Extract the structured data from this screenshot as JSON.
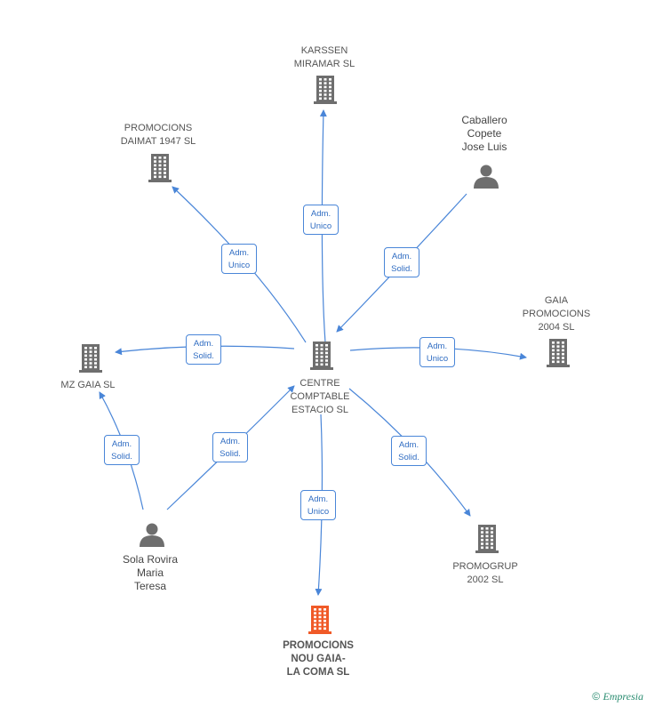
{
  "nodes": [
    {
      "id": "centre",
      "kind": "company",
      "focus": false,
      "lines": [
        "CENTRE",
        "COMPTABLE",
        "ESTACIO SL"
      ]
    },
    {
      "id": "karssen",
      "kind": "company",
      "focus": false,
      "lines": [
        "KARSSEN",
        "MIRAMAR SL"
      ]
    },
    {
      "id": "daimat",
      "kind": "company",
      "focus": false,
      "lines": [
        "PROMOCIONS",
        "DAIMAT 1947 SL"
      ]
    },
    {
      "id": "caballero",
      "kind": "person",
      "focus": false,
      "lines": [
        "Caballero",
        "Copete",
        "Jose Luis"
      ]
    },
    {
      "id": "gaia-promocions",
      "kind": "company",
      "focus": false,
      "lines": [
        "GAIA",
        "PROMOCIONS",
        "2004 SL"
      ]
    },
    {
      "id": "mz-gaia",
      "kind": "company",
      "focus": false,
      "lines": [
        "MZ GAIA SL"
      ]
    },
    {
      "id": "sola",
      "kind": "person",
      "focus": false,
      "lines": [
        "Sola Rovira",
        "Maria",
        "Teresa"
      ]
    },
    {
      "id": "promogrup",
      "kind": "company",
      "focus": false,
      "lines": [
        "PROMOGRUP",
        "2002 SL"
      ]
    },
    {
      "id": "nou-gaia",
      "kind": "company",
      "focus": true,
      "lines": [
        "PROMOCIONS",
        "NOU GAIA-",
        "LA COMA SL"
      ]
    }
  ],
  "edges": [
    {
      "from": "centre",
      "to": "karssen",
      "label": [
        "Adm.",
        "Unico"
      ]
    },
    {
      "from": "centre",
      "to": "daimat",
      "label": [
        "Adm.",
        "Unico"
      ]
    },
    {
      "from": "caballero",
      "to": "centre",
      "label": [
        "Adm.",
        "Solid."
      ]
    },
    {
      "from": "centre",
      "to": "gaia-promocions",
      "label": [
        "Adm.",
        "Unico"
      ]
    },
    {
      "from": "centre",
      "to": "mz-gaia",
      "label": [
        "Adm.",
        "Solid."
      ]
    },
    {
      "from": "sola",
      "to": "centre",
      "label": [
        "Adm.",
        "Solid."
      ]
    },
    {
      "from": "sola",
      "to": "mz-gaia",
      "label": [
        "Adm.",
        "Solid."
      ]
    },
    {
      "from": "centre",
      "to": "promogrup",
      "label": [
        "Adm.",
        "Solid."
      ]
    },
    {
      "from": "centre",
      "to": "nou-gaia",
      "label": [
        "Adm.",
        "Unico"
      ]
    }
  ],
  "colors": {
    "edge": "#4a86d8",
    "icon": "#6e6e6e",
    "focus_icon": "#f05a28",
    "label_text": "#2f6cc2"
  },
  "footer": {
    "copyright": "©",
    "brand": "Empresia"
  }
}
